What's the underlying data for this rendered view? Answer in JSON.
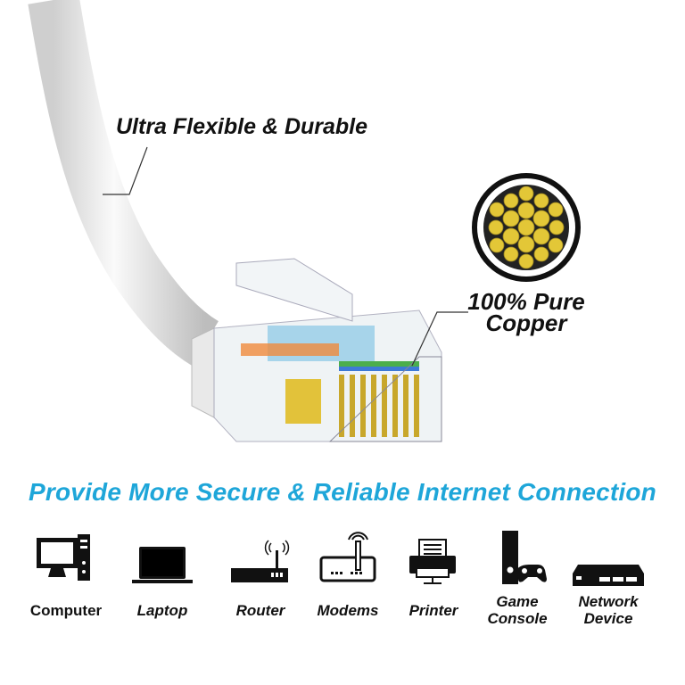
{
  "callouts": {
    "flexible": "Ultra Flexible & Durable",
    "copper_line1": "100% Pure",
    "copper_line2": "Copper"
  },
  "headline": "Provide More Secure & Reliable Internet Connection",
  "devices": [
    {
      "label": "Computer",
      "icon": "computer-icon"
    },
    {
      "label": "Laptop",
      "icon": "laptop-icon"
    },
    {
      "label": "Router",
      "icon": "router-icon"
    },
    {
      "label": "Modems",
      "icon": "modem-icon"
    },
    {
      "label": "Printer",
      "icon": "printer-icon"
    },
    {
      "label_line1": "Game",
      "label_line2": "Console",
      "icon": "game-console-icon"
    },
    {
      "label_line1": "Network",
      "label_line2": "Device",
      "icon": "network-device-icon"
    }
  ],
  "colors": {
    "accent": "#1ea6d9",
    "copper": "#e3c737",
    "text": "#111111"
  }
}
